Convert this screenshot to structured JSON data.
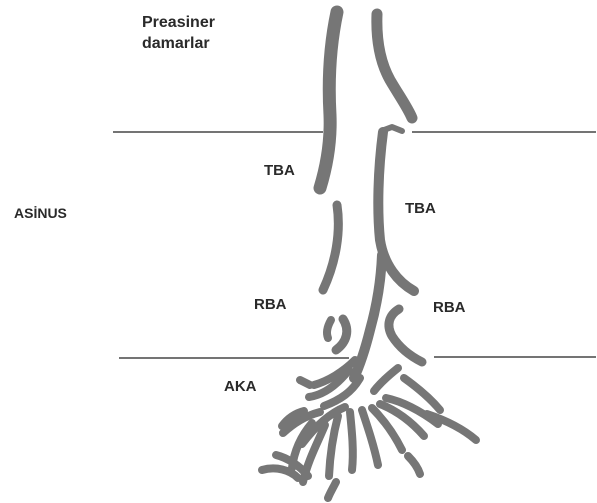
{
  "labels": {
    "preacinar_line1": "Preasiner",
    "preacinar_line2": "damarlar",
    "acinus": "ASİNUS",
    "tba_left": "TBA",
    "tba_right": "TBA",
    "rba_left": "RBA",
    "rba_right": "RBA",
    "aka": "AKA"
  },
  "colors": {
    "vessel": "#767676",
    "line": "#222222",
    "text": "#2a2a2a"
  }
}
